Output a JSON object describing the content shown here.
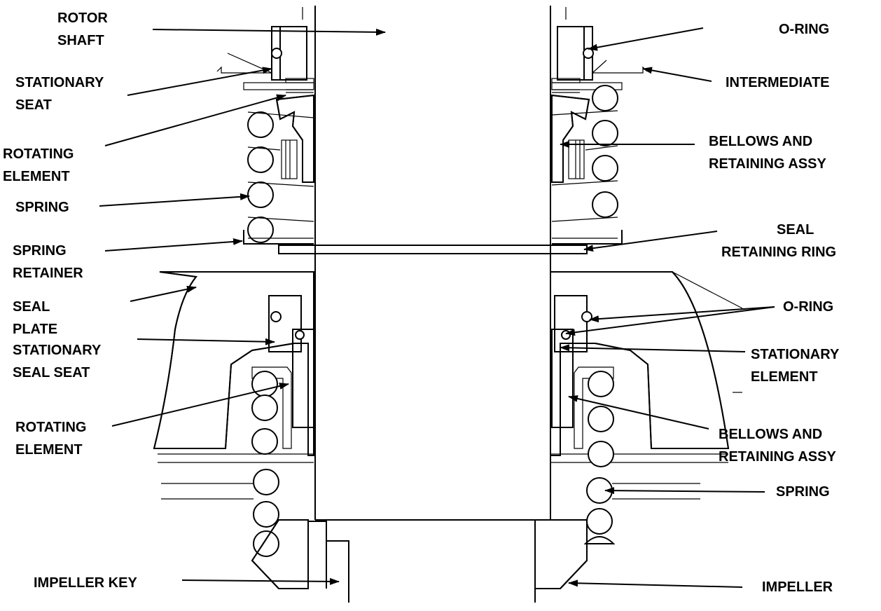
{
  "labels": {
    "rotor_shaft_1": "ROTOR",
    "rotor_shaft_2": "SHAFT",
    "o_ring_top": "O-RING",
    "intermediate": "INTERMEDIATE",
    "stationary_seat_1": "STATIONARY",
    "stationary_seat_2": "SEAT",
    "rotating_element_top_1": "ROTATING",
    "rotating_element_top_2": "ELEMENT",
    "bellows_top_1": "BELLOWS AND",
    "bellows_top_2": "RETAINING ASSY",
    "spring_top": "SPRING",
    "spring_retainer_1": "SPRING",
    "spring_retainer_2": "RETAINER",
    "seal_retaining_ring_1": "SEAL",
    "seal_retaining_ring_2": "RETAINING RING",
    "seal_plate_1": "SEAL",
    "seal_plate_2": "PLATE",
    "o_ring_bottom": "O-RING",
    "stationary_seal_seat_1": "STATIONARY",
    "stationary_seal_seat_2": "SEAL SEAT",
    "stationary_element_1": "STATIONARY",
    "stationary_element_2": "ELEMENT",
    "rotating_element_bottom_1": "ROTATING",
    "rotating_element_bottom_2": "ELEMENT",
    "bellows_bottom_1": "BELLOWS AND",
    "bellows_bottom_2": "RETAINING ASSY",
    "spring_bottom": "SPRING",
    "impeller_key": "IMPELLER KEY",
    "impeller": "IMPELLER"
  }
}
